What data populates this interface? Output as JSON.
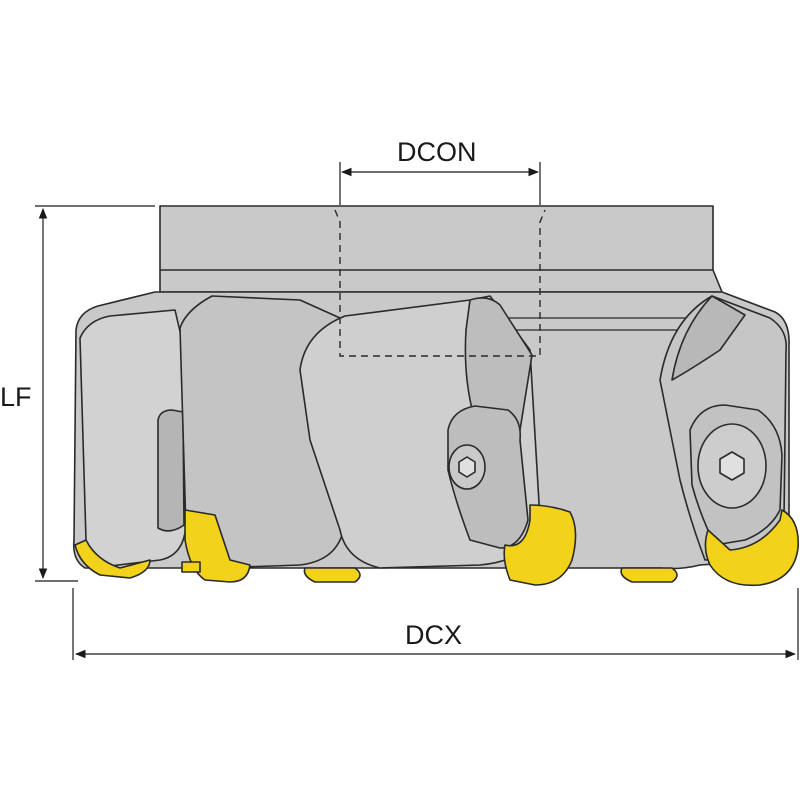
{
  "dimensions": {
    "dcon": "DCON",
    "lf": "LF",
    "dcx": "DCX"
  },
  "colors": {
    "body": "#c9c9c9",
    "body_light": "#d6d6d6",
    "body_dark": "#a8a8a8",
    "outline": "#2a2a2a",
    "insert": "#f2d21a",
    "insert_dark": "#c9a800",
    "dimension_line": "#1a1a1a"
  }
}
